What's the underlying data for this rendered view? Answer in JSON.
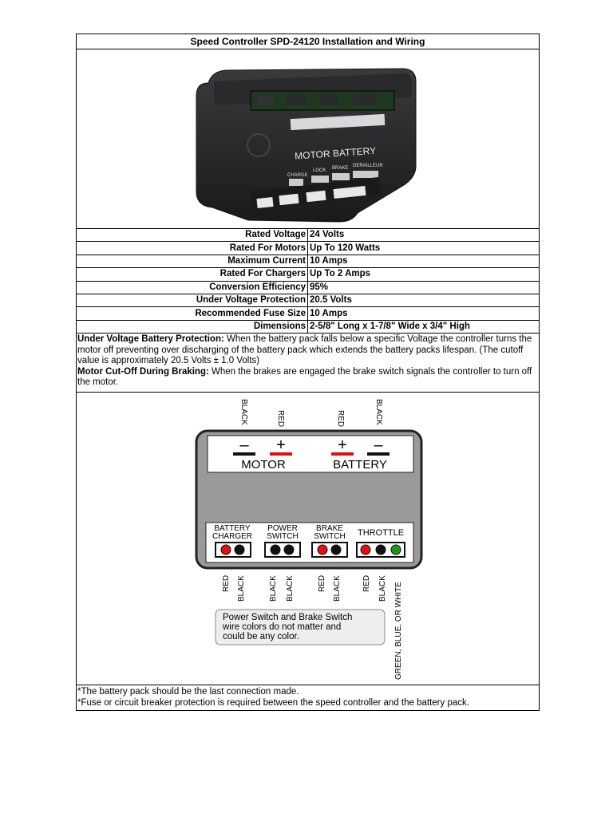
{
  "title": "Speed Controller SPD-24120 Installation and Wiring",
  "photo": {
    "top_label": "MOTOR BATTERY",
    "port_labels": [
      "CHARGE",
      "LOCK",
      "BRAKE",
      "DERAILLEUR"
    ]
  },
  "specs": [
    {
      "label": "Rated Voltage",
      "value": "24 Volts"
    },
    {
      "label": "Rated For Motors",
      "value": "Up To 120 Watts"
    },
    {
      "label": "Maximum Current",
      "value": "10 Amps"
    },
    {
      "label": "Rated For Chargers",
      "value": "Up To 2 Amps"
    },
    {
      "label": "Conversion Efficiency",
      "value": "95%"
    },
    {
      "label": "Under Voltage Protection",
      "value": "20.5 Volts"
    },
    {
      "label": "Recommended Fuse Size",
      "value": "10 Amps"
    },
    {
      "label": "Dimensions",
      "value": "2-5/8\" Long x 1-7/8\" Wide x 3/4\" High"
    }
  ],
  "notes": {
    "uv_heading": "Under Voltage Battery Protection:",
    "uv_text": " When the battery pack falls below a specific Voltage the controller turns the motor off preventing over discharging of the battery pack which extends the battery packs lifespan. (The cutoff value is approximately 20.5 Volts ± 1.0 Volts)",
    "brake_heading": "Motor Cut-Off During Braking:",
    "brake_text": " When the brakes are engaged the brake switch signals the controller to turn off the motor."
  },
  "diagram": {
    "top_wires": [
      "BLACK",
      "RED",
      "RED",
      "BLACK"
    ],
    "motor_label": "MOTOR",
    "battery_label": "BATTERY",
    "minus": "–",
    "plus": "+",
    "connectors": [
      {
        "line1": "BATTERY",
        "line2": "CHARGER",
        "pins": [
          "#e01010",
          "#111111"
        ]
      },
      {
        "line1": "POWER",
        "line2": "SWITCH",
        "pins": [
          "#111111",
          "#111111"
        ]
      },
      {
        "line1": "BRAKE",
        "line2": "SWITCH",
        "pins": [
          "#e01010",
          "#111111"
        ]
      },
      {
        "line1": "THROTTLE",
        "line2": "",
        "pins": [
          "#e01010",
          "#111111",
          "#1a9a1a"
        ]
      }
    ],
    "bottom_wires": [
      "RED",
      "BLACK",
      "BLACK",
      "BLACK",
      "RED",
      "BLACK",
      "RED",
      "BLACK",
      "GREEN, BLUE, OR WHITE"
    ],
    "note_lines": [
      "Power Switch and Brake Switch",
      "wire colors do not matter and",
      "could be any color."
    ]
  },
  "footer": [
    "*The battery pack should be the last connection made.",
    "*Fuse or circuit breaker protection is required between the speed controller and the battery pack."
  ],
  "colors": {
    "housing": "#9a9a9a",
    "housing_border": "#222222",
    "red": "#e01010",
    "green": "#1a9a1a",
    "note_bg": "#eeeeee"
  }
}
